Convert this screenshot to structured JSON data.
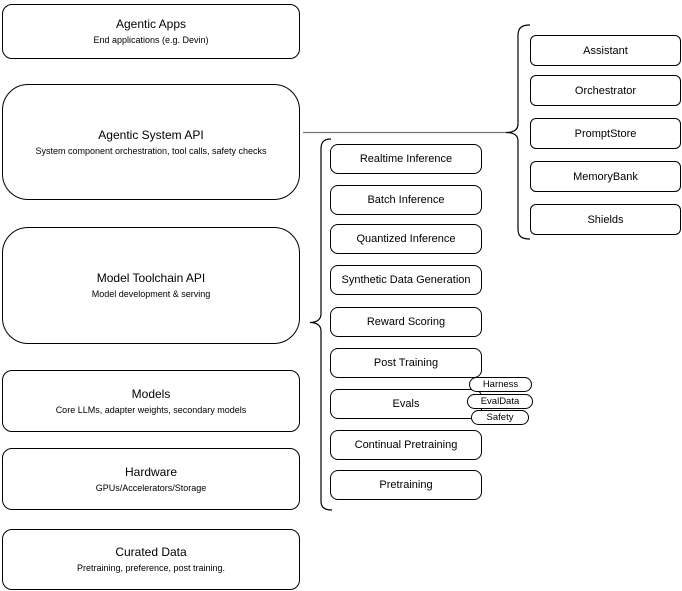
{
  "diagram": {
    "left_stack": [
      {
        "title": "Agentic Apps",
        "subtitle": "End applications (e.g. Devin)"
      },
      {
        "title": "Agentic System API",
        "subtitle": "System component orchestration, tool calls, safety checks"
      },
      {
        "title": "Model Toolchain API",
        "subtitle": "Model development & serving"
      },
      {
        "title": "Models",
        "subtitle": "Core LLMs, adapter weights, secondary models"
      },
      {
        "title": "Hardware",
        "subtitle": "GPUs/Accelerators/Storage"
      },
      {
        "title": "Curated Data",
        "subtitle": "Pretraining, preference, post training."
      }
    ],
    "toolchain_items": [
      "Realtime Inference",
      "Batch Inference",
      "Quantized Inference",
      "Synthetic Data Generation",
      "Reward Scoring",
      "Post Training",
      "Evals",
      "Continual Pretraining",
      "Pretraining"
    ],
    "eval_tags": [
      "Harness",
      "EvalData",
      "Safety"
    ],
    "system_components": [
      "Assistant",
      "Orchestrator",
      "PromptStore",
      "MemoryBank",
      "Shields"
    ],
    "colors": {
      "border": "#000000",
      "background": "#ffffff",
      "text": "#000000",
      "connector": "#757575"
    }
  }
}
